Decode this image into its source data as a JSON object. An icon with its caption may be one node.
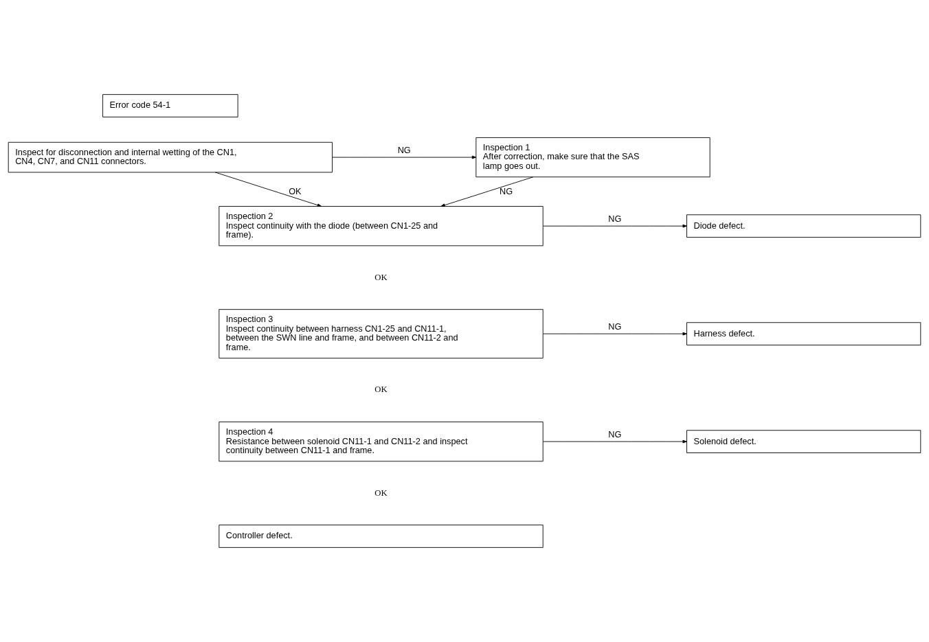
{
  "diagram": {
    "nodes": [
      {
        "text": [
          "Error code 54-1"
        ]
      },
      {
        "text": [
          "Inspect for disconnection and internal wetting of the CN1, CN4, CN7, and CN11 connectors."
        ]
      },
      {
        "text": [
          "Inspection 1",
          "After correction, make sure that the SAS lamp goes out."
        ]
      },
      {
        "text": [
          "Inspection 2",
          "Inspect continuity with the diode (between CN1-25 and frame)."
        ]
      },
      {
        "text": [
          "Diode defect."
        ]
      },
      {
        "text": [
          "Inspection 3",
          "Inspect continuity between harness CN1-25 and CN11-1, between the SWN line and frame, and between CN11-2 and frame."
        ]
      },
      {
        "text": [
          "Harness defect."
        ]
      },
      {
        "text": [
          "Inspection 4",
          "Resistance between solenoid CN11-1 and CN11-2 and inspect continuity between CN11-1 and frame."
        ]
      },
      {
        "text": [
          "Solenoid defect."
        ]
      },
      {
        "text": [
          "Controller defect."
        ]
      }
    ],
    "edges": [
      {
        "from": 1,
        "to": 2,
        "arrow": "to",
        "label": "NG"
      },
      {
        "from": 1,
        "to": 3,
        "arrow": "to",
        "label": "OK"
      },
      {
        "from": 2,
        "to": 3,
        "arrow": "to",
        "label": "NG"
      },
      {
        "from": 3,
        "to": 4,
        "arrow": "to",
        "label": "NG"
      },
      {
        "from": 5,
        "to": 6,
        "arrow": "to",
        "label": "NG"
      },
      {
        "from": 7,
        "to": 8,
        "arrow": "to",
        "label": "NG"
      }
    ],
    "labels": [
      "OK",
      "OK",
      "OK"
    ]
  }
}
